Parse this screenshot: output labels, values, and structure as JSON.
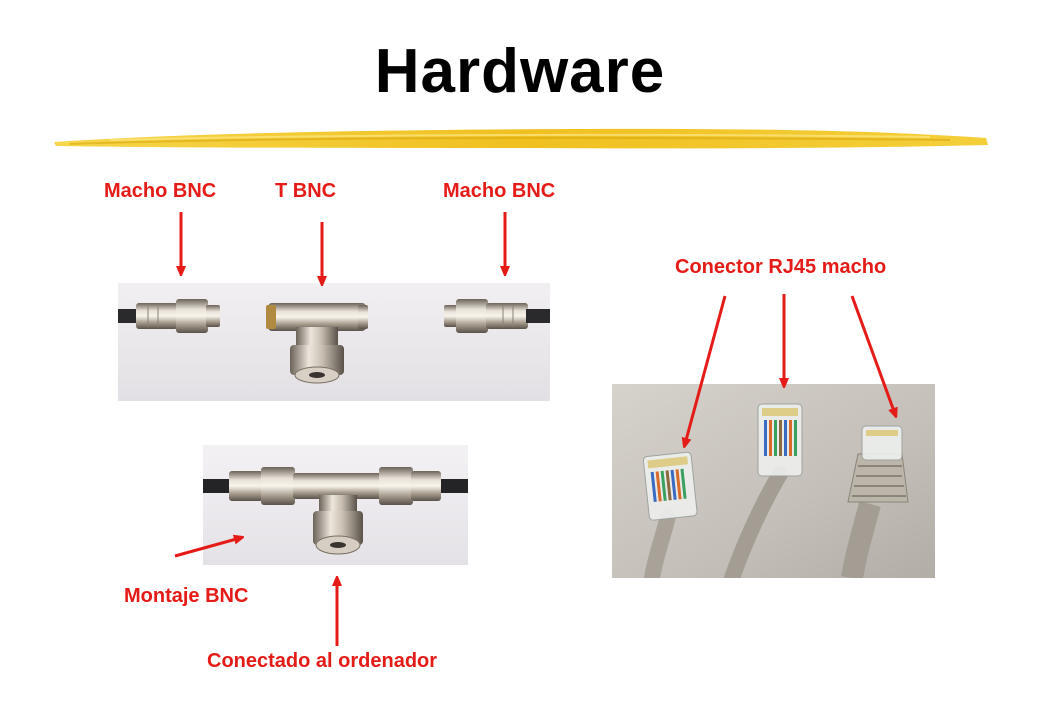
{
  "title": "Hardware",
  "labels": {
    "macho_bnc_left": "Macho BNC",
    "t_bnc": "T BNC",
    "macho_bnc_right": "Macho BNC",
    "conector_rj45": "Conector  RJ45 macho",
    "montaje_bnc": "Montaje BNC",
    "conectado": "Conectado al ordenador"
  },
  "colors": {
    "label": "#e41b17",
    "rule": "#f0c020"
  }
}
